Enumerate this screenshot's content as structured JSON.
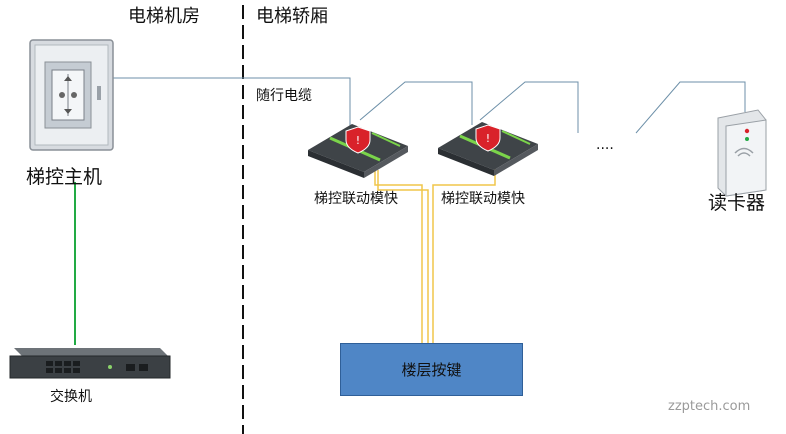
{
  "zones": {
    "machine_room": "电梯机房",
    "car": "电梯轿厢"
  },
  "labels": {
    "controller": "梯控主机",
    "cable": "随行电缆",
    "module_1": "梯控联动模快",
    "module_2": "梯控联动模快",
    "ellipsis": "....",
    "reader": "读卡器",
    "switch": "交换机",
    "floor_buttons": "楼层按键",
    "watermark": "zzptech.com"
  },
  "colors": {
    "network_line": "#22aa44",
    "signal_line": "#f0c64a",
    "cable_line": "#6c8fa8",
    "floor_box": "#4f86c6",
    "module_accent": "#7bd44a",
    "warning_shield": "#d9222a"
  }
}
